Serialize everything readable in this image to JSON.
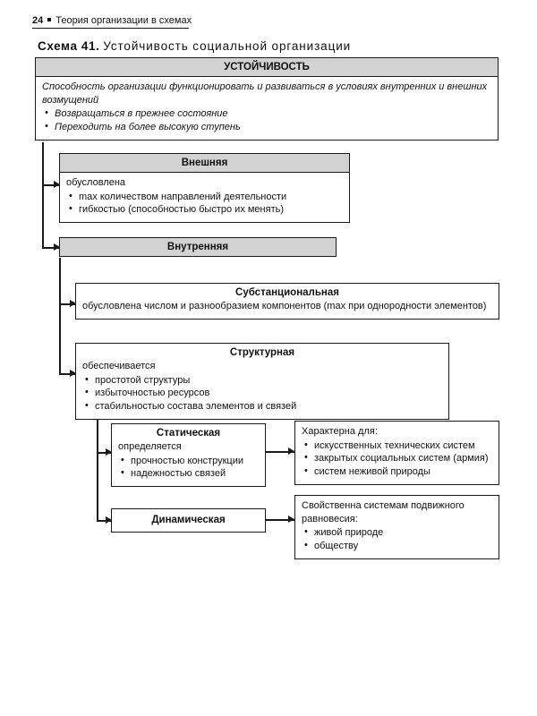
{
  "page": {
    "folio": "24",
    "running_title": "Теория организации в схемах"
  },
  "scheme": {
    "label": "Схема 41.",
    "title": "Устойчивость  социальной  организации"
  },
  "nodes": {
    "root": {
      "header": "УСТОЙЧИВОСТЬ",
      "intro": "Способность организации функционировать и развиваться в условиях внутренних и внешних возмущений",
      "items": [
        "Возвращаться в прежнее состояние",
        "Переходить на более высокую ступень"
      ]
    },
    "external": {
      "header": "Внешняя",
      "intro": "обусловлена",
      "items": [
        "max количеством направлений деятельности",
        "гибкостью (способностью быстро их менять)"
      ]
    },
    "internal": {
      "header": "Внутренняя"
    },
    "substantial": {
      "header": "Субстанциональная",
      "intro": "обусловлена числом и разнообразием компонентов (max при однородности элементов)"
    },
    "structural": {
      "header": "Структурная",
      "intro": "обеспечивается",
      "items": [
        "простотой структуры",
        "избыточностью ресурсов",
        "стабильностью состава элементов и связей"
      ]
    },
    "static": {
      "header": "Статическая",
      "intro": "определяется",
      "items": [
        "прочностью конструкции",
        "надежностью связей"
      ]
    },
    "static_note": {
      "intro": "Характерна для:",
      "items": [
        "искусственных технических систем",
        "закрытых социальных систем (армия)",
        "систем неживой природы"
      ]
    },
    "dynamic": {
      "header": "Динамическая"
    },
    "dynamic_note": {
      "intro": "Свойственна системам подвижного равновесия:",
      "items": [
        "живой природе",
        "обществу"
      ]
    }
  },
  "colors": {
    "header_fill": "#d2d2d2",
    "stroke": "#1a1a1a",
    "page_bg": "#ffffff"
  }
}
